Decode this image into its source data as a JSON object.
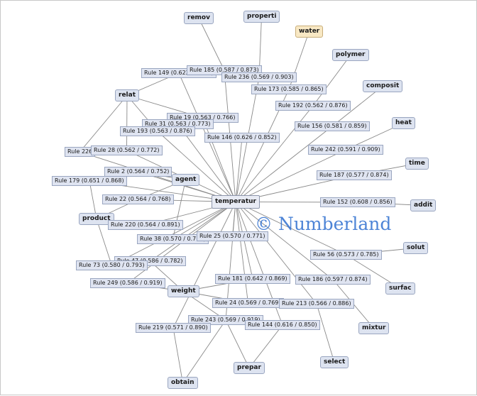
{
  "watermark": "© Numberland",
  "diagram": {
    "center": "temperatur",
    "nodes": [
      {
        "id": "remov",
        "label": "remov"
      },
      {
        "id": "properti",
        "label": "properti"
      },
      {
        "id": "water",
        "label": "water",
        "highlight": true
      },
      {
        "id": "polymer",
        "label": "polymer"
      },
      {
        "id": "composit",
        "label": "composit"
      },
      {
        "id": "heat",
        "label": "heat"
      },
      {
        "id": "time",
        "label": "time"
      },
      {
        "id": "addit",
        "label": "addit"
      },
      {
        "id": "solut",
        "label": "solut"
      },
      {
        "id": "surfac",
        "label": "surfac"
      },
      {
        "id": "mixtur",
        "label": "mixtur"
      },
      {
        "id": "select",
        "label": "select"
      },
      {
        "id": "prepar",
        "label": "prepar"
      },
      {
        "id": "obtain",
        "label": "obtain"
      },
      {
        "id": "weight",
        "label": "weight"
      },
      {
        "id": "product",
        "label": "product"
      },
      {
        "id": "agent",
        "label": "agent"
      },
      {
        "id": "relat",
        "label": "relat"
      }
    ],
    "rules": [
      {
        "label": "Rule 149 (0.622 / 0.837)"
      },
      {
        "label": "Rule 185 (0.587 / 0.873)"
      },
      {
        "label": "Rule 236 (0.569 / 0.903)"
      },
      {
        "label": "Rule 173 (0.585 / 0.865)"
      },
      {
        "label": "Rule 192 (0.562 / 0.876)"
      },
      {
        "label": "Rule 19 (0.563 / 0.766)"
      },
      {
        "label": "Rule 31 (0.563 / 0.773)"
      },
      {
        "label": "Rule 193 (0.563 / 0.876)"
      },
      {
        "label": "Rule 156 (0.581 / 0.859)"
      },
      {
        "label": "Rule 146 (0.626 / 0.852)"
      },
      {
        "label": "Rule 226"
      },
      {
        "label": "Rule 28 (0.562 / 0.772)"
      },
      {
        "label": "Rule 242 (0.591 / 0.909)"
      },
      {
        "label": "Rule 2 (0.564 / 0.752)"
      },
      {
        "label": "Rule 187 (0.577 / 0.874)"
      },
      {
        "label": "Rule 179 (0.651 / 0.868)"
      },
      {
        "label": "Rule 22 (0.564 / 0.768)"
      },
      {
        "label": "Rule 152 (0.608 / 0.856)"
      },
      {
        "label": "Rule 220 (0.564 / 0.891)"
      },
      {
        "label": "Rule 38 (0.570 / 0.776)"
      },
      {
        "label": "Rule 25 (0.570 / 0.771)"
      },
      {
        "label": "Rule 56 (0.573 / 0.785)"
      },
      {
        "label": "Rule 47 (0.586 / 0.782)"
      },
      {
        "label": "Rule 73 (0.580 / 0.793)"
      },
      {
        "label": "Rule 181 (0.642 / 0.869)"
      },
      {
        "label": "Rule 186 (0.597 / 0.874)"
      },
      {
        "label": "Rule 249 (0.586 / 0.919)"
      },
      {
        "label": "Rule 24 (0.569 / 0.769)"
      },
      {
        "label": "Rule 213 (0.566 / 0.886)"
      },
      {
        "label": "Rule 243 (0.569 / 0.919)"
      },
      {
        "label": "Rule 144 (0.616 / 0.850)"
      },
      {
        "label": "Rule 219 (0.571 / 0.890)"
      }
    ]
  }
}
